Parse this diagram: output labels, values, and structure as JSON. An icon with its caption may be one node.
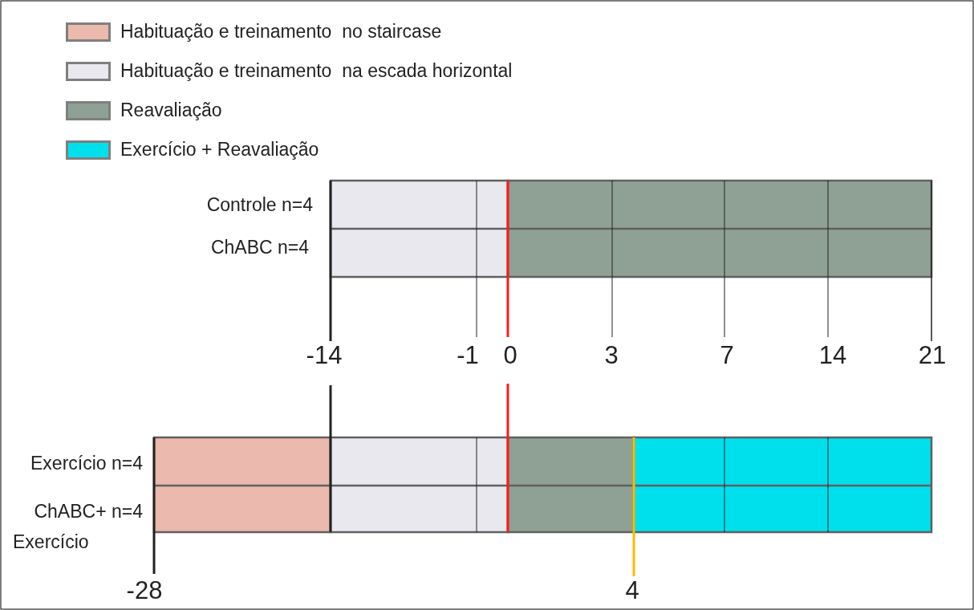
{
  "diagram": {
    "labels": [
      "Controle n=4",
      "ChABC n=4",
      "-14",
      "-1",
      "0",
      "3",
      "7",
      "14",
      "21",
      "Exercício n=4",
      "ChABC+ n=4",
      "Exercício",
      "-28",
      "4"
    ],
    "legend": [
      {
        "text": "Habituação e treinamento  no staircase",
        "color": "#ebb9ad"
      },
      {
        "text": "Habituação e treinamento  na escada horizontal",
        "color": "#e8e8ee"
      },
      {
        "text": "Reavaliação",
        "color": "#8fa094"
      },
      {
        "text": "Exercício + Reavaliação",
        "color": "#00e0ec"
      }
    ]
  }
}
